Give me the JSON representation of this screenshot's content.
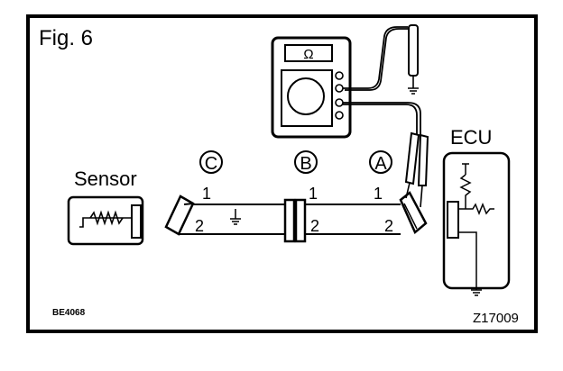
{
  "figure": {
    "title": "Fig. 6",
    "code_left": "BE4068",
    "code_right": "Z17009"
  },
  "sensor": {
    "label": "Sensor"
  },
  "ecu": {
    "label": "ECU"
  },
  "connectors": {
    "c": {
      "letter": "C",
      "pin_top": "1",
      "pin_bottom": "2"
    },
    "b": {
      "letter": "B",
      "pin_top": "1",
      "pin_bottom": "2"
    },
    "a": {
      "letter": "A",
      "pin_top": "1",
      "pin_bottom": "2"
    }
  },
  "meter": {
    "display_symbol": "Ω"
  },
  "icons": [
    "ohmmeter-icon",
    "ground-icon",
    "resistor-icon",
    "test-probe-icon"
  ]
}
